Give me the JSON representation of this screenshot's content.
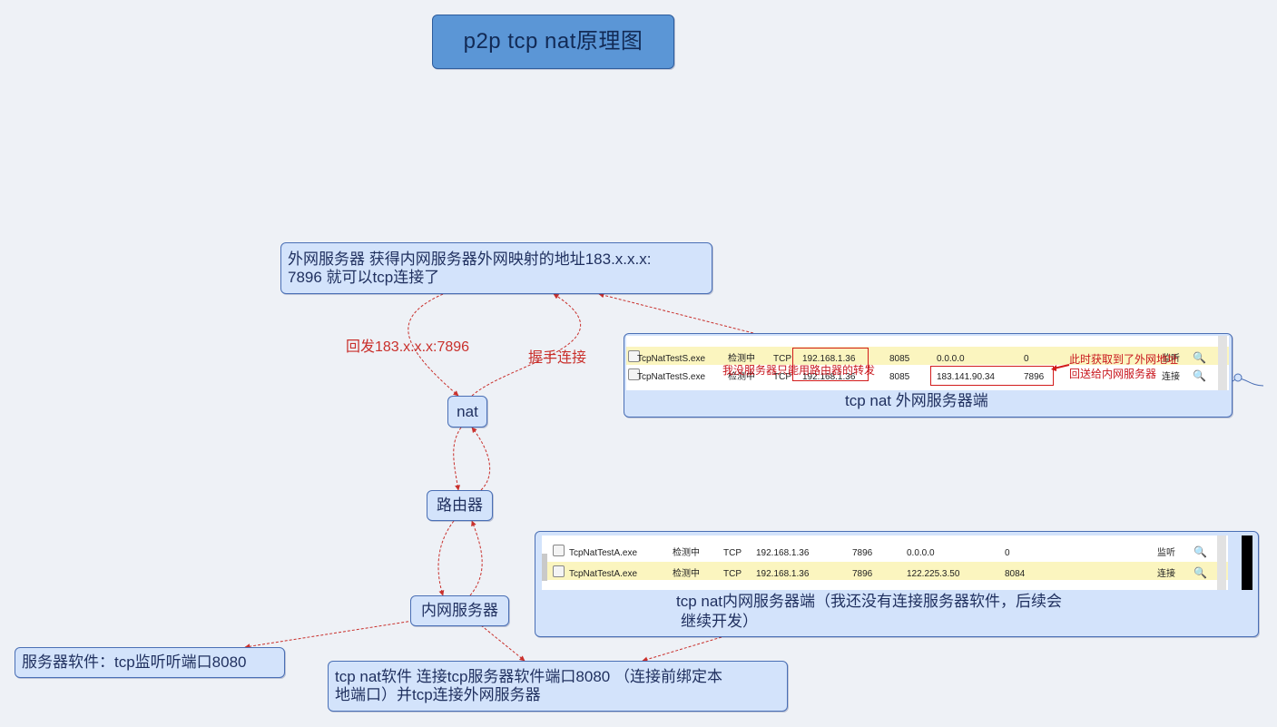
{
  "title": "p2p tcp nat原理图",
  "nodes": {
    "external_server_line1": "外网服务器 获得内网服务器外网映射的地址183.x.x.x:",
    "external_server_line2": "7896 就可以tcp连接了",
    "nat": "nat",
    "router": "路由器",
    "internal_server": "内网服务器",
    "server_software": "服务器软件：tcp监听听端口8080",
    "nat_software_line1": "tcp nat软件 连接tcp服务器软件端口8080 （连接前绑定本",
    "nat_software_line2": "地端口）并tcp连接外网服务器"
  },
  "edge_labels": {
    "reply": "回发183.x.x.x:7896",
    "handshake": "握手连接"
  },
  "screenshot_external": {
    "caption": "tcp nat 外网服务器端",
    "rows": [
      {
        "name": "TcpNatTestS.exe",
        "status": "检测中",
        "proto": "TCP",
        "local_ip": "192.168.1.36",
        "local_port": "8085",
        "remote_ip": "0.0.0.0",
        "remote_port": "0",
        "state": "监听"
      },
      {
        "name": "TcpNatTestS.exe",
        "status": "检测中",
        "proto": "TCP",
        "local_ip": "192.168.1.36",
        "local_port": "8085",
        "remote_ip": "183.141.90.34",
        "remote_port": "7896",
        "state": "连接"
      }
    ],
    "annotation_left": "我没服务器只能用路由器的转发",
    "annotation_right_line1": "此时获取到了外网地址",
    "annotation_right_line2": "回送给内网服务器"
  },
  "screenshot_internal": {
    "caption_line1": "tcp nat内网服务器端（我还没有连接服务器软件，后续会",
    "caption_line2": "继续开发）",
    "rows": [
      {
        "name": "TcpNatTestA.exe",
        "status": "检测中",
        "proto": "TCP",
        "local_ip": "192.168.1.36",
        "local_port": "7896",
        "remote_ip": "0.0.0.0",
        "remote_port": "0",
        "state": "监听"
      },
      {
        "name": "TcpNatTestA.exe",
        "status": "检测中",
        "proto": "TCP",
        "local_ip": "192.168.1.36",
        "local_port": "7896",
        "remote_ip": "122.225.3.50",
        "remote_port": "8084",
        "state": "连接"
      }
    ]
  },
  "colors": {
    "background": "#eef1f6",
    "node_fill": "#d3e3fb",
    "node_border": "#4a6fb5",
    "title_fill": "#5b96d6",
    "edge": "#c9302c",
    "highlight_row": "#fbf5bf"
  }
}
